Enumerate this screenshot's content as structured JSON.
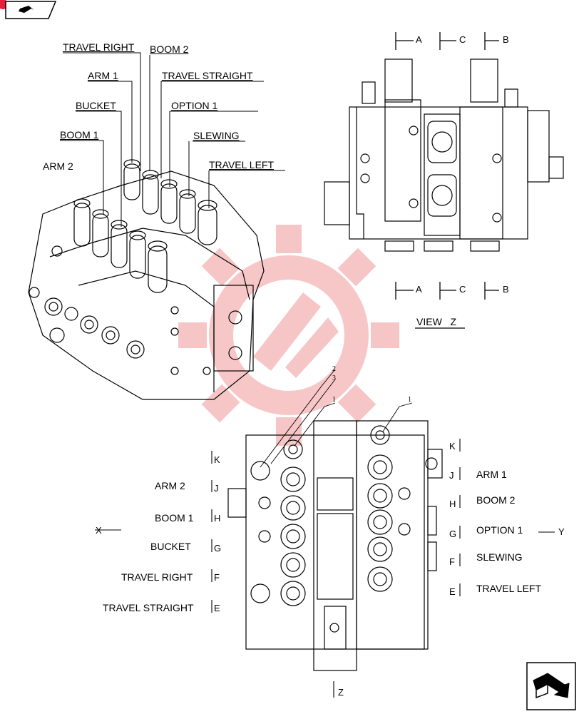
{
  "iso_labels": {
    "travel_right": "TRAVEL RIGHT",
    "boom2": "BOOM 2",
    "arm1": "ARM 1",
    "travel_straight": "TRAVEL STRAIGHT",
    "bucket": "BUCKET",
    "option1": "OPTION 1",
    "boom1": "BOOM 1",
    "slewing": "SLEWING",
    "arm2": "ARM 2",
    "travel_left": "TRAVEL LEFT"
  },
  "view_z": {
    "title": "VIEW   Z",
    "section_a": "A",
    "section_c": "C",
    "section_b": "B"
  },
  "bottom_view": {
    "left": [
      {
        "name": "ARM 2",
        "port": "J"
      },
      {
        "name": "BOOM 1",
        "port": "H"
      },
      {
        "name": "BUCKET",
        "port": "G"
      },
      {
        "name": "TRAVEL RIGHT",
        "port": "F"
      },
      {
        "name": "TRAVEL STRAIGHT",
        "port": "E"
      }
    ],
    "left_top_port": "K",
    "right": [
      {
        "name": "ARM 1",
        "port": "J"
      },
      {
        "name": "BOOM 2",
        "port": "H"
      },
      {
        "name": "OPTION 1",
        "port": "G"
      },
      {
        "name": "SLEWING",
        "port": "F"
      },
      {
        "name": "TRAVEL LEFT",
        "port": "E"
      }
    ],
    "right_top_port": "K",
    "view_x": "X",
    "view_y": "Y",
    "view_z": "Z",
    "callouts": [
      "2",
      "3",
      "1",
      "1"
    ]
  },
  "colors": {
    "line": "#000000",
    "watermark": "#f0a0a0",
    "nav_accent": "#e8203a"
  },
  "icons": [
    "nav-arrow-icon",
    "nav-large-arrow-icon"
  ]
}
